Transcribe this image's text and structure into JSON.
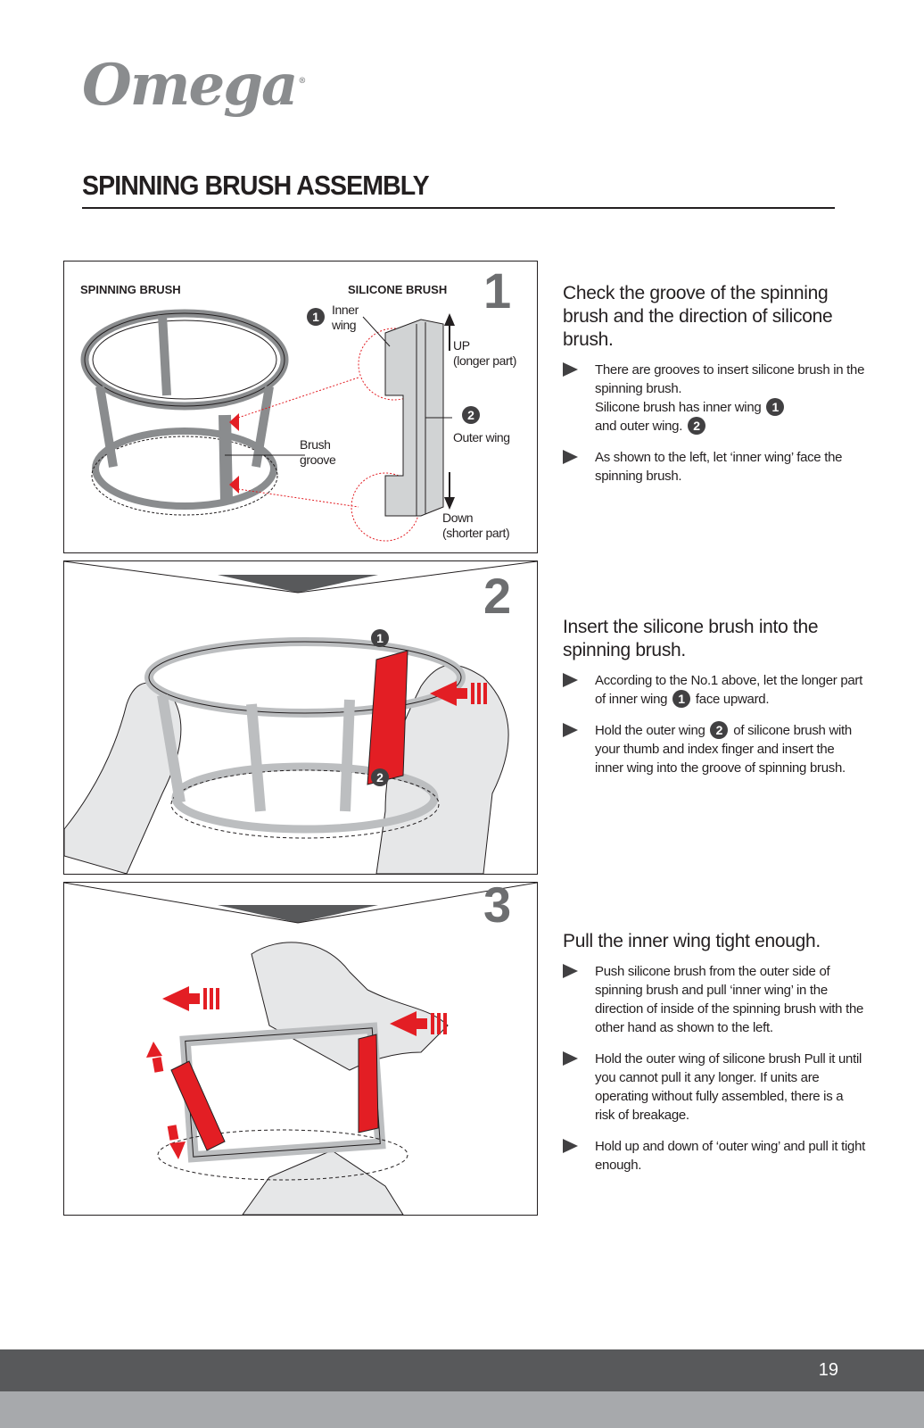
{
  "brand": {
    "logo_text": "Omega",
    "registered_mark": "®"
  },
  "page_title": "SPINNING BRUSH ASSEMBLY",
  "panel1": {
    "step_number": "1",
    "spinning_brush_label": "SPINNING BRUSH",
    "silicone_brush_label": "SILICONE BRUSH",
    "inner_wing_label": "Inner wing",
    "up_label": "UP",
    "up_sub": "(longer part)",
    "outer_wing_label": "Outer wing",
    "down_label": "Down",
    "down_sub": "(shorter part)",
    "brush_groove_label": "Brush groove",
    "badge1": "1",
    "badge2": "2"
  },
  "panel2": {
    "step_number": "2",
    "badge1": "1",
    "badge2": "2"
  },
  "panel3": {
    "step_number": "3"
  },
  "steps": [
    {
      "heading": "Check the groove of the spinning brush and the direction of silicone brush.",
      "bullets": [
        {
          "parts": [
            "There are grooves to insert silicone brush in the spinning brush.",
            "Silicone brush has inner wing",
            "1",
            "and outer wing.",
            "2"
          ]
        },
        {
          "text": "As shown to the left, let ‘inner wing’ face the spinning brush."
        }
      ]
    },
    {
      "heading": "Insert the silicone brush into the spinning brush.",
      "bullets": [
        {
          "parts": [
            "According to the No.1 above, let the longer part of inner wing",
            "1",
            "face upward."
          ]
        },
        {
          "parts": [
            "Hold the outer wing",
            "2",
            "of silicone brush with your thumb and index finger and insert the inner wing into the groove of spinning brush."
          ]
        }
      ]
    },
    {
      "heading": "Pull the inner wing tight enough.",
      "bullets": [
        {
          "text": "Push silicone brush from the outer side of spinning brush and pull ‘inner wing’ in the direction of inside of the spinning brush with the other hand as shown to the left."
        },
        {
          "text": "Hold the outer wing of silicone brush Pull it until you cannot pull it any longer. If units are operating without fully assembled, there is a risk of breakage."
        },
        {
          "text": "Hold up and down of ‘outer wing’ and pull it tight enough."
        }
      ]
    }
  ],
  "page_number": "19",
  "colors": {
    "accent_red": "#e31e24",
    "dark_gray": "#58595b",
    "mid_gray": "#a7a9ac",
    "step_gray": "#6d6e70"
  },
  "icons": [
    "bullet-triangle-icon",
    "number-badge-icon",
    "arrow-icon"
  ]
}
